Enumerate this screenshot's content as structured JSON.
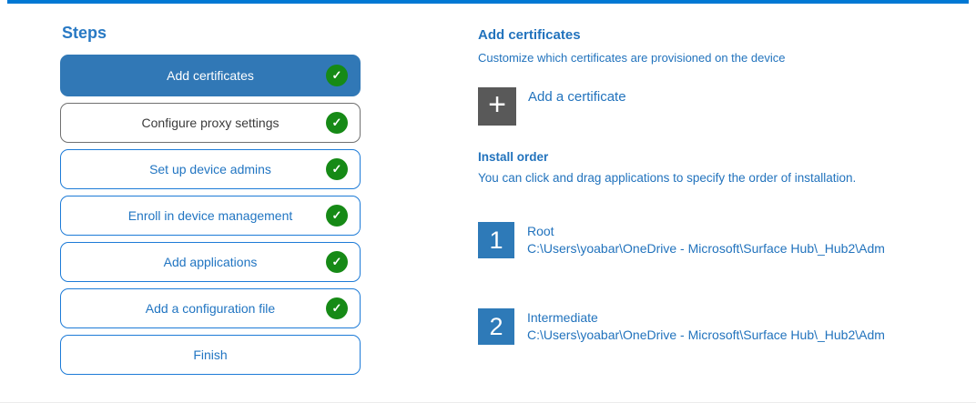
{
  "colors": {
    "top_accent": "#0078d4",
    "selected_step_bg": "#3178b6",
    "step_border_blue": "#1d7bd7",
    "text_blue": "#2273bd",
    "completed_green": "#168a16",
    "add_tile_gray": "#595959",
    "order_badge_blue": "#2e7ab8",
    "gray_step_border": "#707070",
    "gray_step_text": "#3b3b3b"
  },
  "icons": {
    "check": "✓",
    "plus": "+"
  },
  "sidebar": {
    "title": "Steps",
    "steps": [
      {
        "label": "Add certificates",
        "completed": true,
        "selected": true
      },
      {
        "label": "Configure proxy settings",
        "completed": true,
        "selected": false
      },
      {
        "label": "Set up device admins",
        "completed": true,
        "selected": false
      },
      {
        "label": "Enroll in device management",
        "completed": true,
        "selected": false
      },
      {
        "label": "Add applications",
        "completed": true,
        "selected": false
      },
      {
        "label": "Add a configuration file",
        "completed": true,
        "selected": false
      },
      {
        "label": "Finish",
        "completed": false,
        "selected": false
      }
    ]
  },
  "main": {
    "title": "Add certificates",
    "subtitle": "Customize which certificates are provisioned on the device",
    "add_certificate_label": "Add a certificate",
    "install_order": {
      "title": "Install order",
      "description": "You can click and drag applications to specify the order of installation.",
      "items": [
        {
          "order": "1",
          "name": "Root",
          "path": "C:\\Users\\yoabar\\OneDrive - Microsoft\\Surface Hub\\_Hub2\\Adm"
        },
        {
          "order": "2",
          "name": "Intermediate",
          "path": "C:\\Users\\yoabar\\OneDrive - Microsoft\\Surface Hub\\_Hub2\\Adm"
        }
      ]
    }
  }
}
